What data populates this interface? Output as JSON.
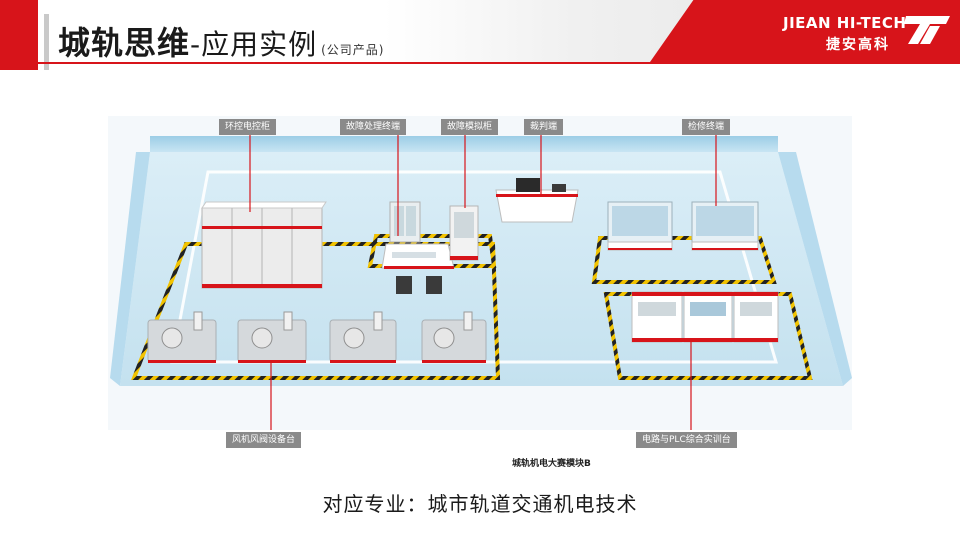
{
  "header": {
    "title_main": "城轨思维",
    "title_sub": "-应用实例",
    "title_small": "(公司产品)",
    "brand_en": "JIEAN HI-TECH",
    "brand_cn": "捷安高科"
  },
  "scene": {
    "labels": [
      "环控电控柜",
      "故障处理终端",
      "故障模拟柜",
      "裁判端",
      "检修终端",
      "风机风阀设备台",
      "电路与PLC综合实训台"
    ],
    "caption": "城轨机电大赛模块B"
  },
  "footer": {
    "text": "对应专业：城市轨道交通机电技术"
  },
  "colors": {
    "brand_red": "#d7141a",
    "floor": "#cfe6f2",
    "wall": "#a9d3e8",
    "hazard_yellow": "#f2c300"
  }
}
